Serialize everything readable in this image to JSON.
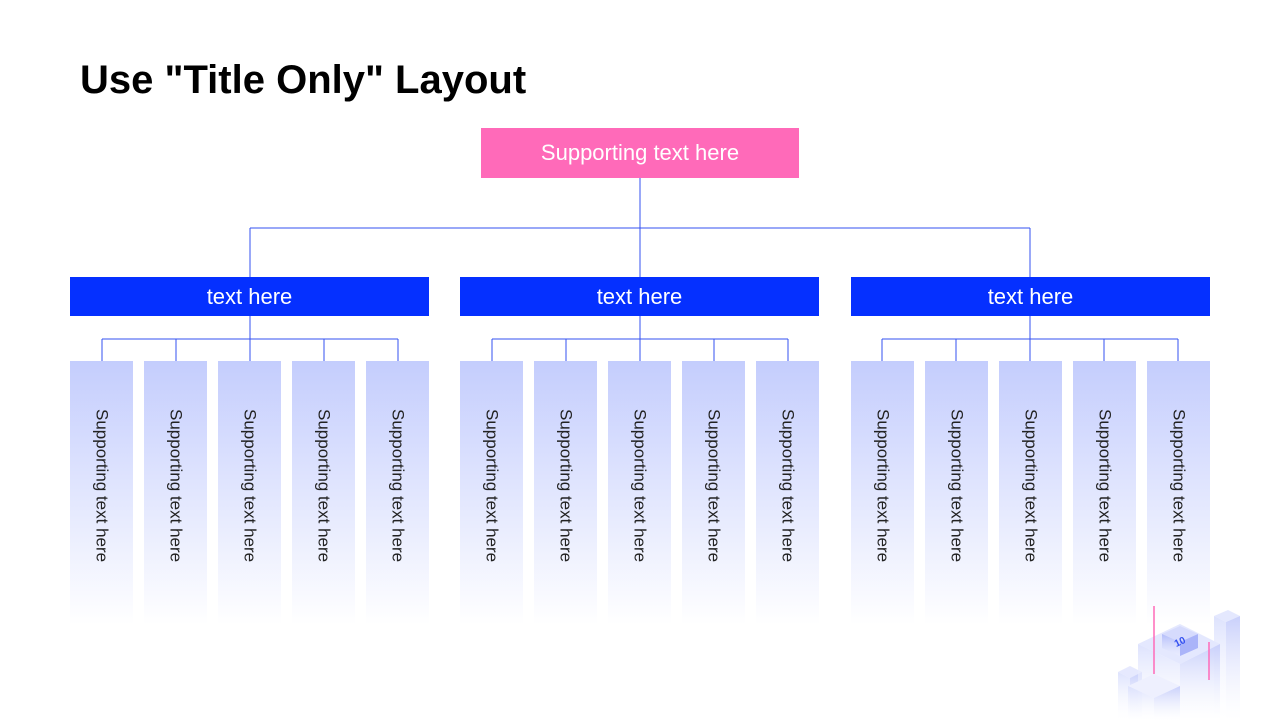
{
  "title": "Use \"Title Only\" Layout",
  "colors": {
    "root": "#ff6ab9",
    "branch": "#0530ff",
    "leaf_top": "#c4cdfd",
    "leaf_bottom": "#ffffff",
    "connector": "#3350f0"
  },
  "root": {
    "label": "Supporting text here"
  },
  "branches": [
    {
      "label": "text here",
      "leaves": [
        "Supporting text here",
        "Supporting text here",
        "Supporting text here",
        "Supporting text here",
        "Supporting text here"
      ]
    },
    {
      "label": "text here",
      "leaves": [
        "Supporting text here",
        "Supporting text here",
        "Supporting text here",
        "Supporting text here",
        "Supporting text here"
      ]
    },
    {
      "label": "text here",
      "leaves": [
        "Supporting text here",
        "Supporting text here",
        "Supporting text here",
        "Supporting text here",
        "Supporting text here"
      ]
    }
  ],
  "decoration": {
    "icon": "isometric-building-icon",
    "badge_text": "10"
  }
}
